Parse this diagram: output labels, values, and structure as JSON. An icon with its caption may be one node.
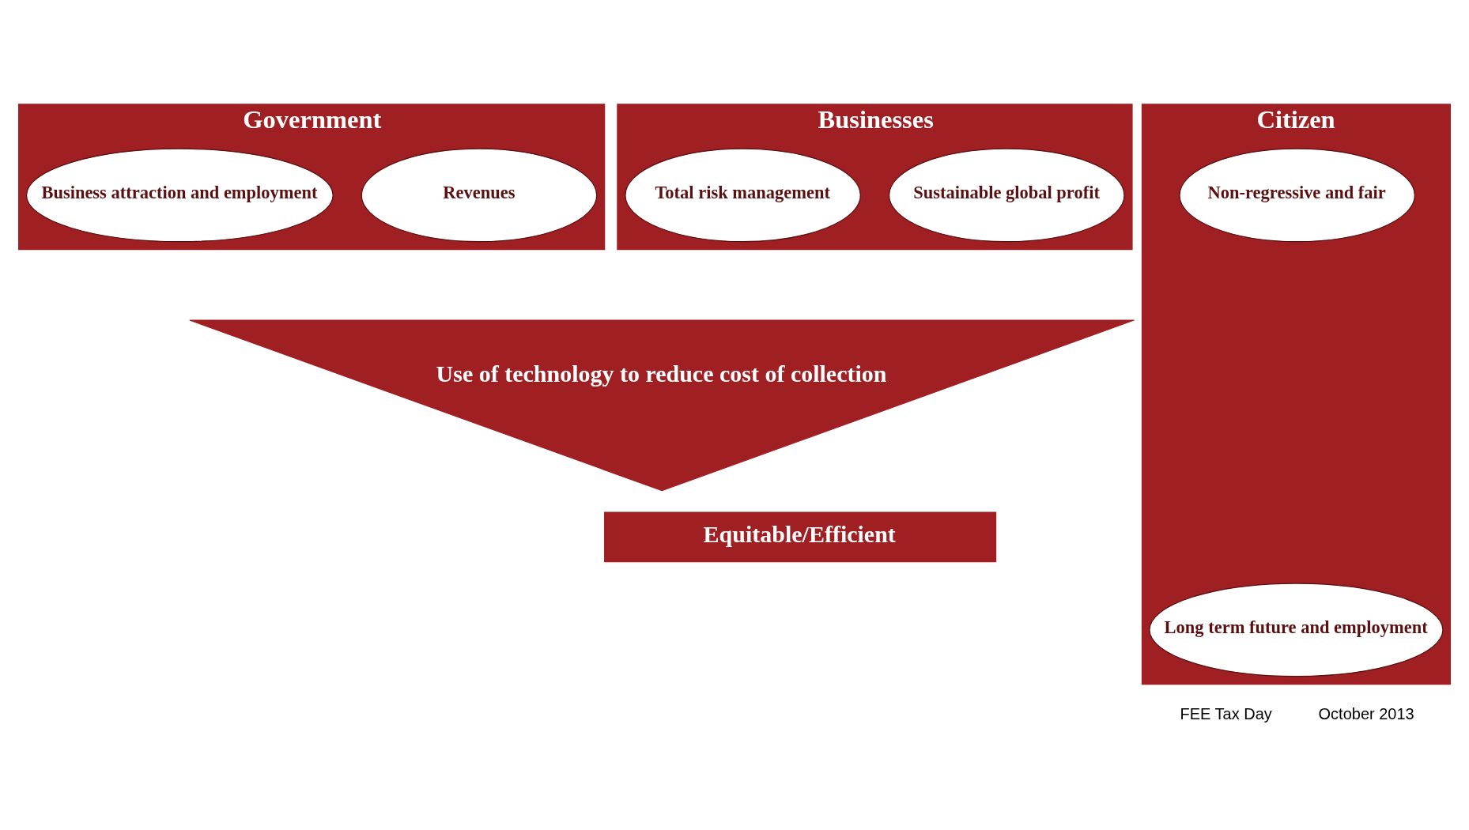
{
  "diagram": {
    "nodes": [
      {
        "text": [
          "Government"
        ]
      },
      {
        "text": [
          "Revenues"
        ],
        "in": 0
      },
      {
        "text": [
          "Business attraction and employment"
        ],
        "in": 0
      },
      {
        "text": [
          "Businesses"
        ]
      },
      {
        "text": [
          "Sustainable global profit"
        ],
        "in": 3
      },
      {
        "text": [
          "Total risk management"
        ],
        "in": 3
      },
      {
        "text": [
          "Use of technology to reduce cost of collection"
        ]
      },
      {
        "text": [
          "Equitable/Efficient"
        ]
      },
      {
        "text": [
          "Citizen"
        ]
      },
      {
        "text": [
          "Long term future and employment"
        ],
        "in": 8
      },
      {
        "text": [
          "Non-regressive and fair"
        ],
        "in": 8
      }
    ],
    "edges": [],
    "labels": [
      "FEE Tax Day",
      "October 2013"
    ]
  }
}
